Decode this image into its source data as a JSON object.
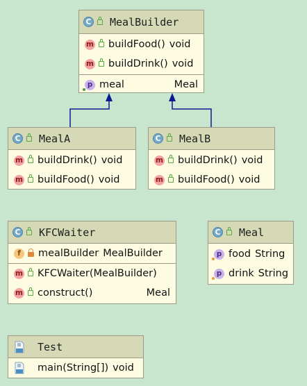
{
  "classes": {
    "meal_builder": {
      "name": "MealBuilder",
      "methods": [
        {
          "name": "buildFood()",
          "type": "void"
        },
        {
          "name": "buildDrink()",
          "type": "void"
        }
      ],
      "fields": [
        {
          "name": "meal",
          "type": "Meal"
        }
      ]
    },
    "meal_a": {
      "name": "MealA",
      "methods": [
        {
          "name": "buildDrink()",
          "type": "void"
        },
        {
          "name": "buildFood()",
          "type": "void"
        }
      ]
    },
    "meal_b": {
      "name": "MealB",
      "methods": [
        {
          "name": "buildDrink()",
          "type": "void"
        },
        {
          "name": "buildFood()",
          "type": "void"
        }
      ]
    },
    "kfc_waiter": {
      "name": "KFCWaiter",
      "fields": [
        {
          "name": "mealBuilder",
          "type": "MealBuilder"
        }
      ],
      "methods": [
        {
          "name": "KFCWaiter(MealBuilder)",
          "type": ""
        },
        {
          "name": "construct()",
          "type": "Meal"
        }
      ]
    },
    "meal": {
      "name": "Meal",
      "fields": [
        {
          "name": "food",
          "type": "String"
        },
        {
          "name": "drink",
          "type": "String"
        }
      ]
    },
    "test": {
      "name": "Test",
      "methods": [
        {
          "name": "main(String[])",
          "type": "void"
        }
      ]
    }
  },
  "icons": {
    "class": "C",
    "method": "m",
    "property": "p",
    "field": "f"
  },
  "colors": {
    "background": "#c7e6cd",
    "box_fill": "#fdfce3",
    "header_fill": "#d6d9b6",
    "edge": "#0c1a8f"
  }
}
